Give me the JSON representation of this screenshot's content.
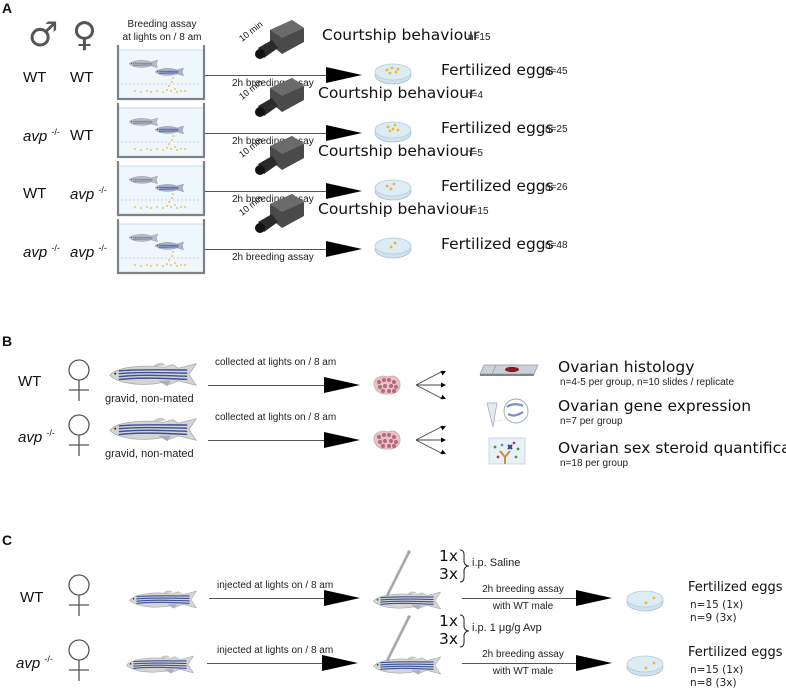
{
  "panel_a": {
    "letter": "A",
    "male_symbol": "♂",
    "female_symbol": "♀",
    "tank_header_line1": "Breeding assay",
    "tank_header_line2": "at lights on / 8 am",
    "camera_label": "10 min",
    "arrow_label": "2h breeding assay",
    "rows": [
      {
        "male": "WT",
        "male_mutant": false,
        "female": "WT",
        "female_mutant": false,
        "courtship_label": "Courtship behaviour",
        "courtship_n": "n=15",
        "eggs_label": "Fertilized eggs",
        "eggs_n": "n=45"
      },
      {
        "male": "avp",
        "male_mutant": true,
        "female": "WT",
        "female_mutant": false,
        "courtship_label": "Courtship behaviour",
        "courtship_n": "n=4",
        "eggs_label": "Fertilized eggs",
        "eggs_n": "n=25"
      },
      {
        "male": "WT",
        "male_mutant": false,
        "female": "avp",
        "female_mutant": true,
        "courtship_label": "Courtship behaviour",
        "courtship_n": "n=5",
        "eggs_label": "Fertilized eggs",
        "eggs_n": "n=26"
      },
      {
        "male": "avp",
        "male_mutant": true,
        "female": "avp",
        "female_mutant": true,
        "courtship_label": "Courtship behaviour",
        "courtship_n": "n=15",
        "eggs_label": "Fertilized eggs",
        "eggs_n": "n=48"
      }
    ],
    "mutant_superscript": "-/-"
  },
  "panel_b": {
    "letter": "B",
    "rows": [
      {
        "genotype": "WT",
        "mutant": false,
        "fish_label": "gravid, non-mated",
        "arrow_label": "collected at lights on / 8 am"
      },
      {
        "genotype": "avp",
        "mutant": true,
        "fish_label": "gravid, non-mated",
        "arrow_label": "collected at lights on / 8 am"
      }
    ],
    "outcomes": [
      {
        "title": "Ovarian histology",
        "n": "n=4-5 per group, n=10 slides / replicate",
        "icon": "microscope-slide-icon"
      },
      {
        "title": "Ovarian gene expression",
        "n": "n=7 per group",
        "icon": "pcr-tube-icon"
      },
      {
        "title": "Ovarian sex steroid quantification",
        "n": "n=18 per group",
        "icon": "elisa-well-icon"
      }
    ]
  },
  "panel_c": {
    "letter": "C",
    "rows": [
      {
        "genotype": "WT",
        "mutant": false,
        "arrow1_label": "injected at lights on / 8 am",
        "dose1": "1x",
        "dose2": "3x",
        "treatment": "i.p. Saline",
        "arrow2_line1": "2h breeding assay",
        "arrow2_line2": "with WT male",
        "eggs_label": "Fertilized eggs",
        "n1": "n=15 (1x)",
        "n2": "n=9 (3x)"
      },
      {
        "genotype": "avp",
        "mutant": true,
        "arrow1_label": "injected at lights on / 8 am",
        "dose1": "1x",
        "dose2": "3x",
        "treatment": "i.p. 1 μg/g Avp",
        "arrow2_line1": "2h breeding assay",
        "arrow2_line2": "with WT male",
        "eggs_label": "Fertilized eggs",
        "n1": "n=15 (1x)",
        "n2": "n=8 (3x)"
      }
    ]
  },
  "colors": {
    "water": "#eef7fc",
    "tank_wall": "#7d8288",
    "egg": "#f2b630",
    "fish_stripe": "#3c4f9a",
    "fish_body": "#d5d6d3",
    "ovary": "#b9687a",
    "camera": "#4a4a4a",
    "dish": "#dcecf5"
  }
}
